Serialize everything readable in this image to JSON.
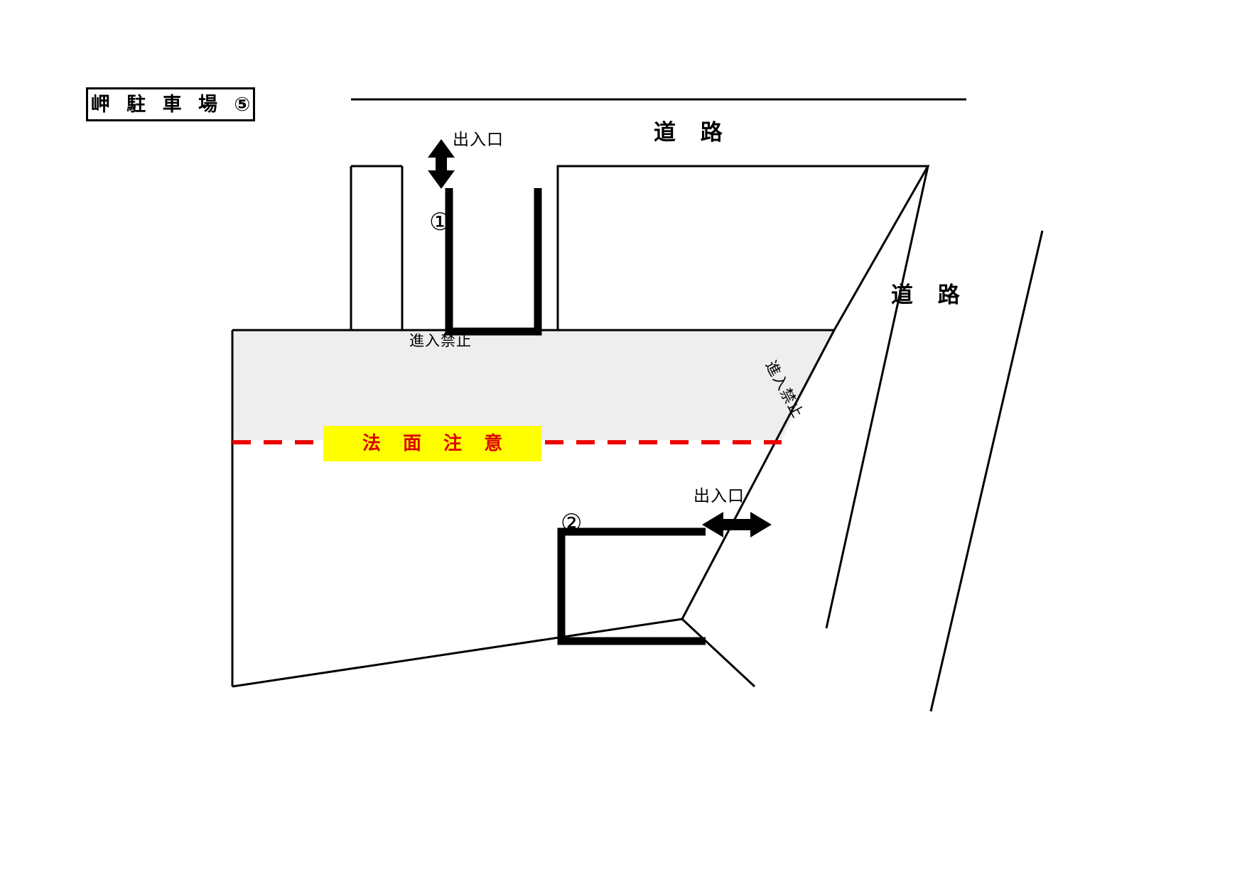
{
  "title_plate": {
    "label": "岬 駐 車 場 ⑤"
  },
  "labels": {
    "road_top": "道  路",
    "road_right": "道  路",
    "gate_top": "出入口",
    "gate_right": "出入口",
    "no_entry_horizontal": "進入禁止",
    "no_entry_diagonal": "進入禁止",
    "slope_warning": "法 面 注 意"
  },
  "stalls": [
    {
      "name": "stall-1",
      "label": "①"
    },
    {
      "name": "stall-2",
      "label": "②"
    }
  ],
  "colors": {
    "outline": "#000000",
    "restricted_fill": "#eeeeee",
    "warning_band": "#ffff00",
    "warning_text": "#dd0000",
    "dashed_line": "#ee0000"
  },
  "chart_data": {
    "type": "diagram",
    "title": "岬 駐 車 場 ⑤",
    "description": "Parking lot site plan with two marked stall blocks, entry/exit arrows, a no-entry zone and a slope-caution band."
  }
}
